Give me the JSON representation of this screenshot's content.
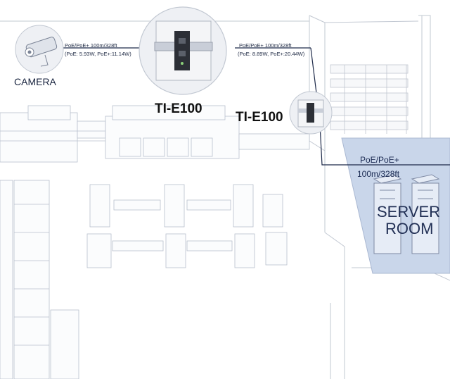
{
  "labels": {
    "camera": "CAMERA",
    "model_main": "TI-E100",
    "model_secondary": "TI-E100",
    "link1_line1": "PoE/PoE+ 100m/328ft",
    "link1_line2": "(PoE: 5.93W, PoE+:11.14W)",
    "link2_line1": "PoE/PoE+ 100m/328ft",
    "link2_line2": "(PoE: 8.89W, PoE+:20.44W)",
    "server_poe": "PoE/PoE+",
    "server_length": "100m/328ft",
    "server_room_1": "SERVER",
    "server_room_2": "ROOM"
  },
  "colors": {
    "line_art": "#b8bfcc",
    "cable": "#1e2a4a",
    "server_room_fill": "#c9d6ea",
    "device_circle_fill": "#eef0f4",
    "device_box": "#2c2f36"
  },
  "icons": {
    "camera": "security-camera-icon",
    "device": "din-rail-media-converter-icon",
    "server": "server-rack-icon"
  }
}
